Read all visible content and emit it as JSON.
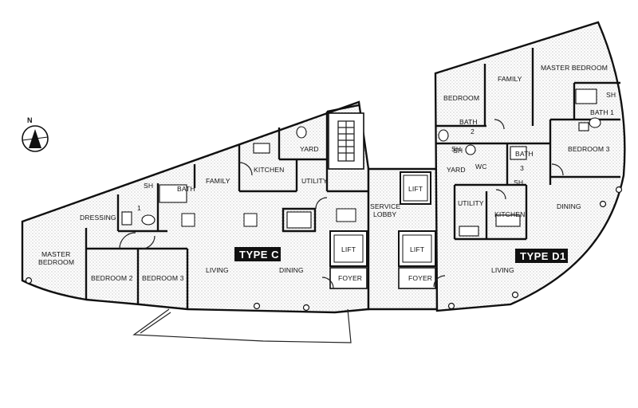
{
  "compass": {
    "letter": "N"
  },
  "rooms": [
    {
      "key": "master_bedroom_c_1",
      "label": "MASTER"
    },
    {
      "key": "master_bedroom_c_2",
      "label": "BEDROOM"
    },
    {
      "key": "dressing",
      "label": "DRESSING"
    },
    {
      "key": "bedroom2",
      "label": "BEDROOM 2"
    },
    {
      "key": "bedroom3_c",
      "label": "BEDROOM 3"
    },
    {
      "key": "living_c",
      "label": "LIVING"
    },
    {
      "key": "dining_c",
      "label": "DINING"
    },
    {
      "key": "family_c",
      "label": "FAMILY"
    },
    {
      "key": "kitchen_c",
      "label": "KITCHEN"
    },
    {
      "key": "yard_c",
      "label": "YARD"
    },
    {
      "key": "utility_c",
      "label": "UTILITY"
    },
    {
      "key": "bath_c",
      "label": "BATH"
    },
    {
      "key": "sh_c",
      "label": "SH"
    },
    {
      "key": "bath1_c",
      "label": "1"
    },
    {
      "key": "service_lobby_1",
      "label": "SERVICE"
    },
    {
      "key": "service_lobby_2",
      "label": "LOBBY"
    },
    {
      "key": "lift_service",
      "label": "LIFT"
    },
    {
      "key": "lift_c",
      "label": "LIFT"
    },
    {
      "key": "lift_d",
      "label": "LIFT"
    },
    {
      "key": "foyer_c",
      "label": "FOYER"
    },
    {
      "key": "foyer_d",
      "label": "FOYER"
    },
    {
      "key": "bedroom_d",
      "label": "BEDROOM"
    },
    {
      "key": "family_d",
      "label": "FAMILY"
    },
    {
      "key": "master_bedroom_d",
      "label": "MASTER BEDROOM"
    },
    {
      "key": "bath_d_top",
      "label": "BATH"
    },
    {
      "key": "bath_d_top_num",
      "label": "2"
    },
    {
      "key": "sh_d_top",
      "label": "SH"
    },
    {
      "key": "bath1_d",
      "label": "BATH 1"
    },
    {
      "key": "sh_d_right",
      "label": "SH"
    },
    {
      "key": "bedroom3_d",
      "label": "BEDROOM 3"
    },
    {
      "key": "yard_d",
      "label": "YARD"
    },
    {
      "key": "wc_d",
      "label": "WC"
    },
    {
      "key": "sh_d_left",
      "label": "SH"
    },
    {
      "key": "bath3_d",
      "label": "BATH"
    },
    {
      "key": "bath3_d_num",
      "label": "3"
    },
    {
      "key": "sh_d_mid",
      "label": "SH"
    },
    {
      "key": "utility_d",
      "label": "UTILITY"
    },
    {
      "key": "kitchen_d",
      "label": "KITCHEN"
    },
    {
      "key": "dining_d",
      "label": "DINING"
    },
    {
      "key": "living_d",
      "label": "LIVING"
    }
  ],
  "unit_tags": {
    "type_c": "TYPE C",
    "type_d1": "TYPE D1"
  },
  "colors": {
    "ink": "#111111",
    "paper": "#ffffff",
    "hatch": "#8a8a8a",
    "tag_bg": "#111111"
  }
}
